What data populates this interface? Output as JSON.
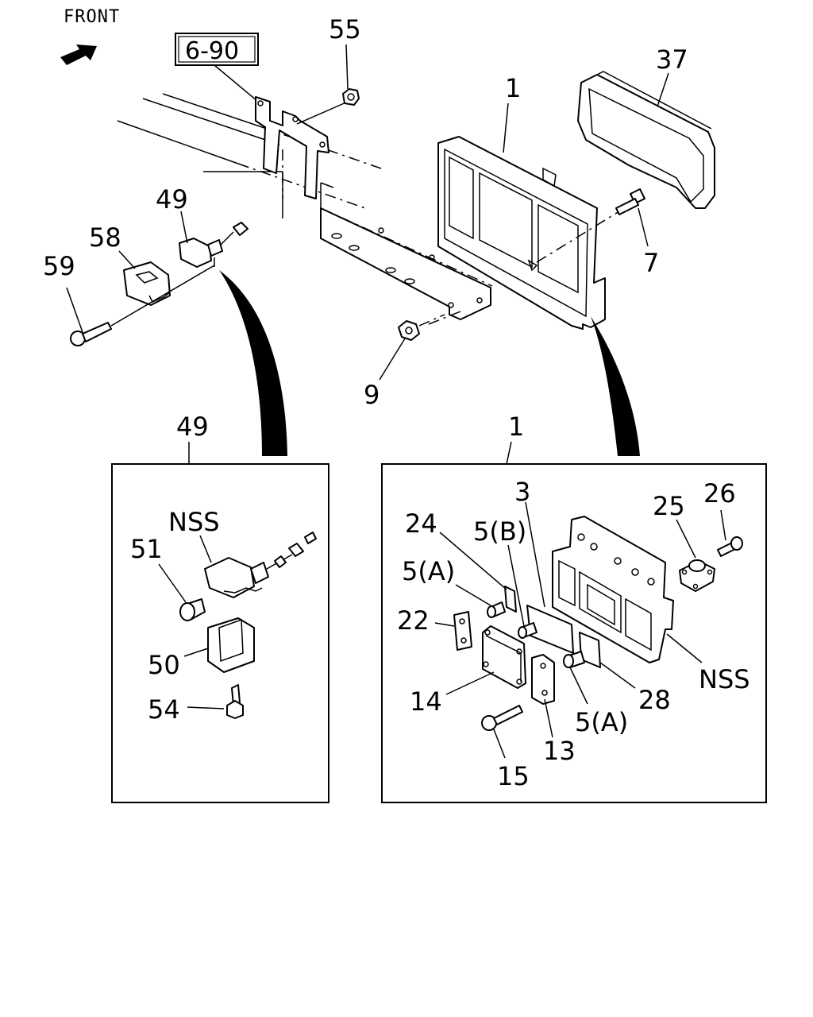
{
  "orientation_label": "FRONT",
  "reference_box": "6-90",
  "callouts": {
    "p55": "55",
    "p37": "37",
    "p1": "1",
    "p49": "49",
    "p58": "58",
    "p59": "59",
    "p7": "7",
    "p9": "9"
  },
  "detail_left": {
    "title": "49",
    "labels": {
      "nss": "NSS",
      "p51": "51",
      "p50": "50",
      "p54": "54"
    }
  },
  "detail_right": {
    "title": "1",
    "labels": {
      "p3": "3",
      "p24": "24",
      "p5b": "5(B)",
      "p25": "25",
      "p26": "26",
      "p5a_top": "5(A)",
      "p22": "22",
      "p14": "14",
      "p13": "13",
      "p15": "15",
      "p5a_bottom": "5(A)",
      "p28": "28",
      "nss": "NSS"
    }
  }
}
